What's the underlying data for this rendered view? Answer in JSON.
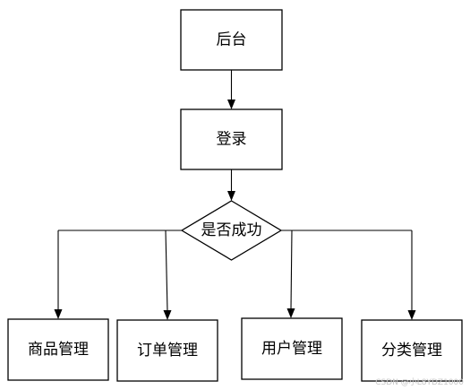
{
  "diagram": {
    "nodes": {
      "backend": "后台",
      "login": "登录",
      "decision": "是否成功",
      "product_mgmt": "商品管理",
      "order_mgmt": "订单管理",
      "user_mgmt": "用户管理",
      "category_mgmt": "分类管理"
    },
    "watermark": "CSDN @小L8YDZ1000"
  }
}
